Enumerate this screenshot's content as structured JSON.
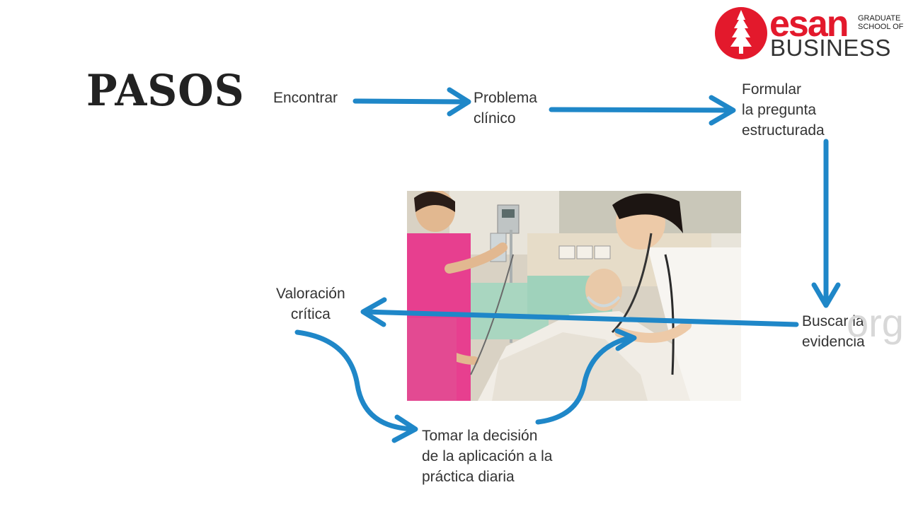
{
  "slide": {
    "title": "PASOS"
  },
  "logo": {
    "brand": "esan",
    "graduate_lines": [
      "GRADUATE",
      "SCHOOL OF"
    ],
    "business": "BUSINESS"
  },
  "steps": {
    "encontrar": "Encontrar",
    "problema": [
      "Problema",
      "clínico"
    ],
    "formular": [
      "Formular",
      "la pregunta",
      "estructurada"
    ],
    "buscar": [
      "Buscar la",
      "evidencia"
    ],
    "valoracion": [
      "Valoración",
      "crítica"
    ],
    "tomar": [
      "Tomar la decisión",
      "de la aplicación a la",
      "práctica diaria"
    ]
  },
  "watermark": "org",
  "colors": {
    "arrow": "#1f87c8",
    "brand_red": "#e3192c"
  }
}
